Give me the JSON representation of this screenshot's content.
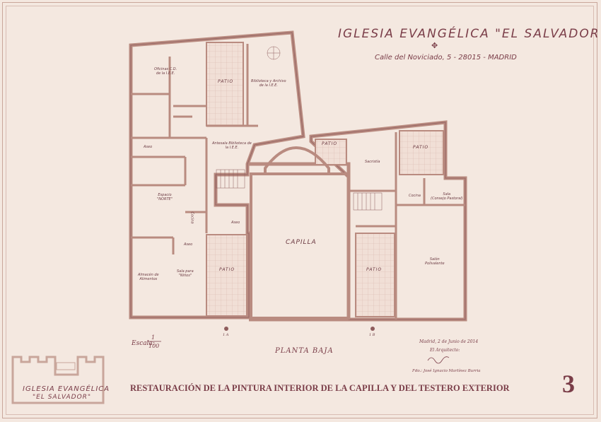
{
  "header": {
    "title": "IGLESIA EVANGÉLICA \"EL SALVADOR\"",
    "address": "Calle del Noviciado, 5  -  28015 - MADRID",
    "ornament": "✥"
  },
  "rooms": {
    "oficinas": "Oficinas C.D.\nde la I.E.E.",
    "biblioteca": "Biblioteca y Archivo\nde la I.E.E.",
    "antesala": "Antesala Biblioteca de\nla I.E.E.",
    "aseo1": "Aseo",
    "aseo2": "Aseo",
    "aseo3": "Aseo",
    "espacio": "Espacio\n\"NORTE\"",
    "cocina1": "Cocina",
    "cocina2": "Cocina",
    "almacen": "Almacén de\nAlimentos",
    "sala_ninos": "Sala para\n\"Niños\"",
    "sacristia": "Sacristía",
    "sala_consejo": "Sala\n(Consejo Pastoral)",
    "salon": "Salón\nPolivalente",
    "capilla": "CAPILLA",
    "patio": "PATIO"
  },
  "footer": {
    "escala_label": "Escala:",
    "escala_num": "1",
    "escala_den": "100",
    "planta": "PLANTA BAJA",
    "fecha": "Madrid, 2 de Junio de 2014",
    "arquitecto": "El Arquitecto:",
    "firma": "Fdo.: José Ignacio Martínez Burria",
    "sec_a": "1 A",
    "sec_b": "1 B",
    "restauracion": "RESTAURACIÓN DE LA PINTURA INTERIOR DE LA CAPILLA Y DEL TESTERO EXTERIOR",
    "numero": "3"
  },
  "logo": {
    "line1": "IGLESIA EVANGÉLICA",
    "line2": "\"EL SALVADOR\""
  },
  "colors": {
    "background": "#f4e8e0",
    "wall": "#c9a69b",
    "wall_stroke": "#8e5c5c",
    "text": "#7a3d48"
  }
}
